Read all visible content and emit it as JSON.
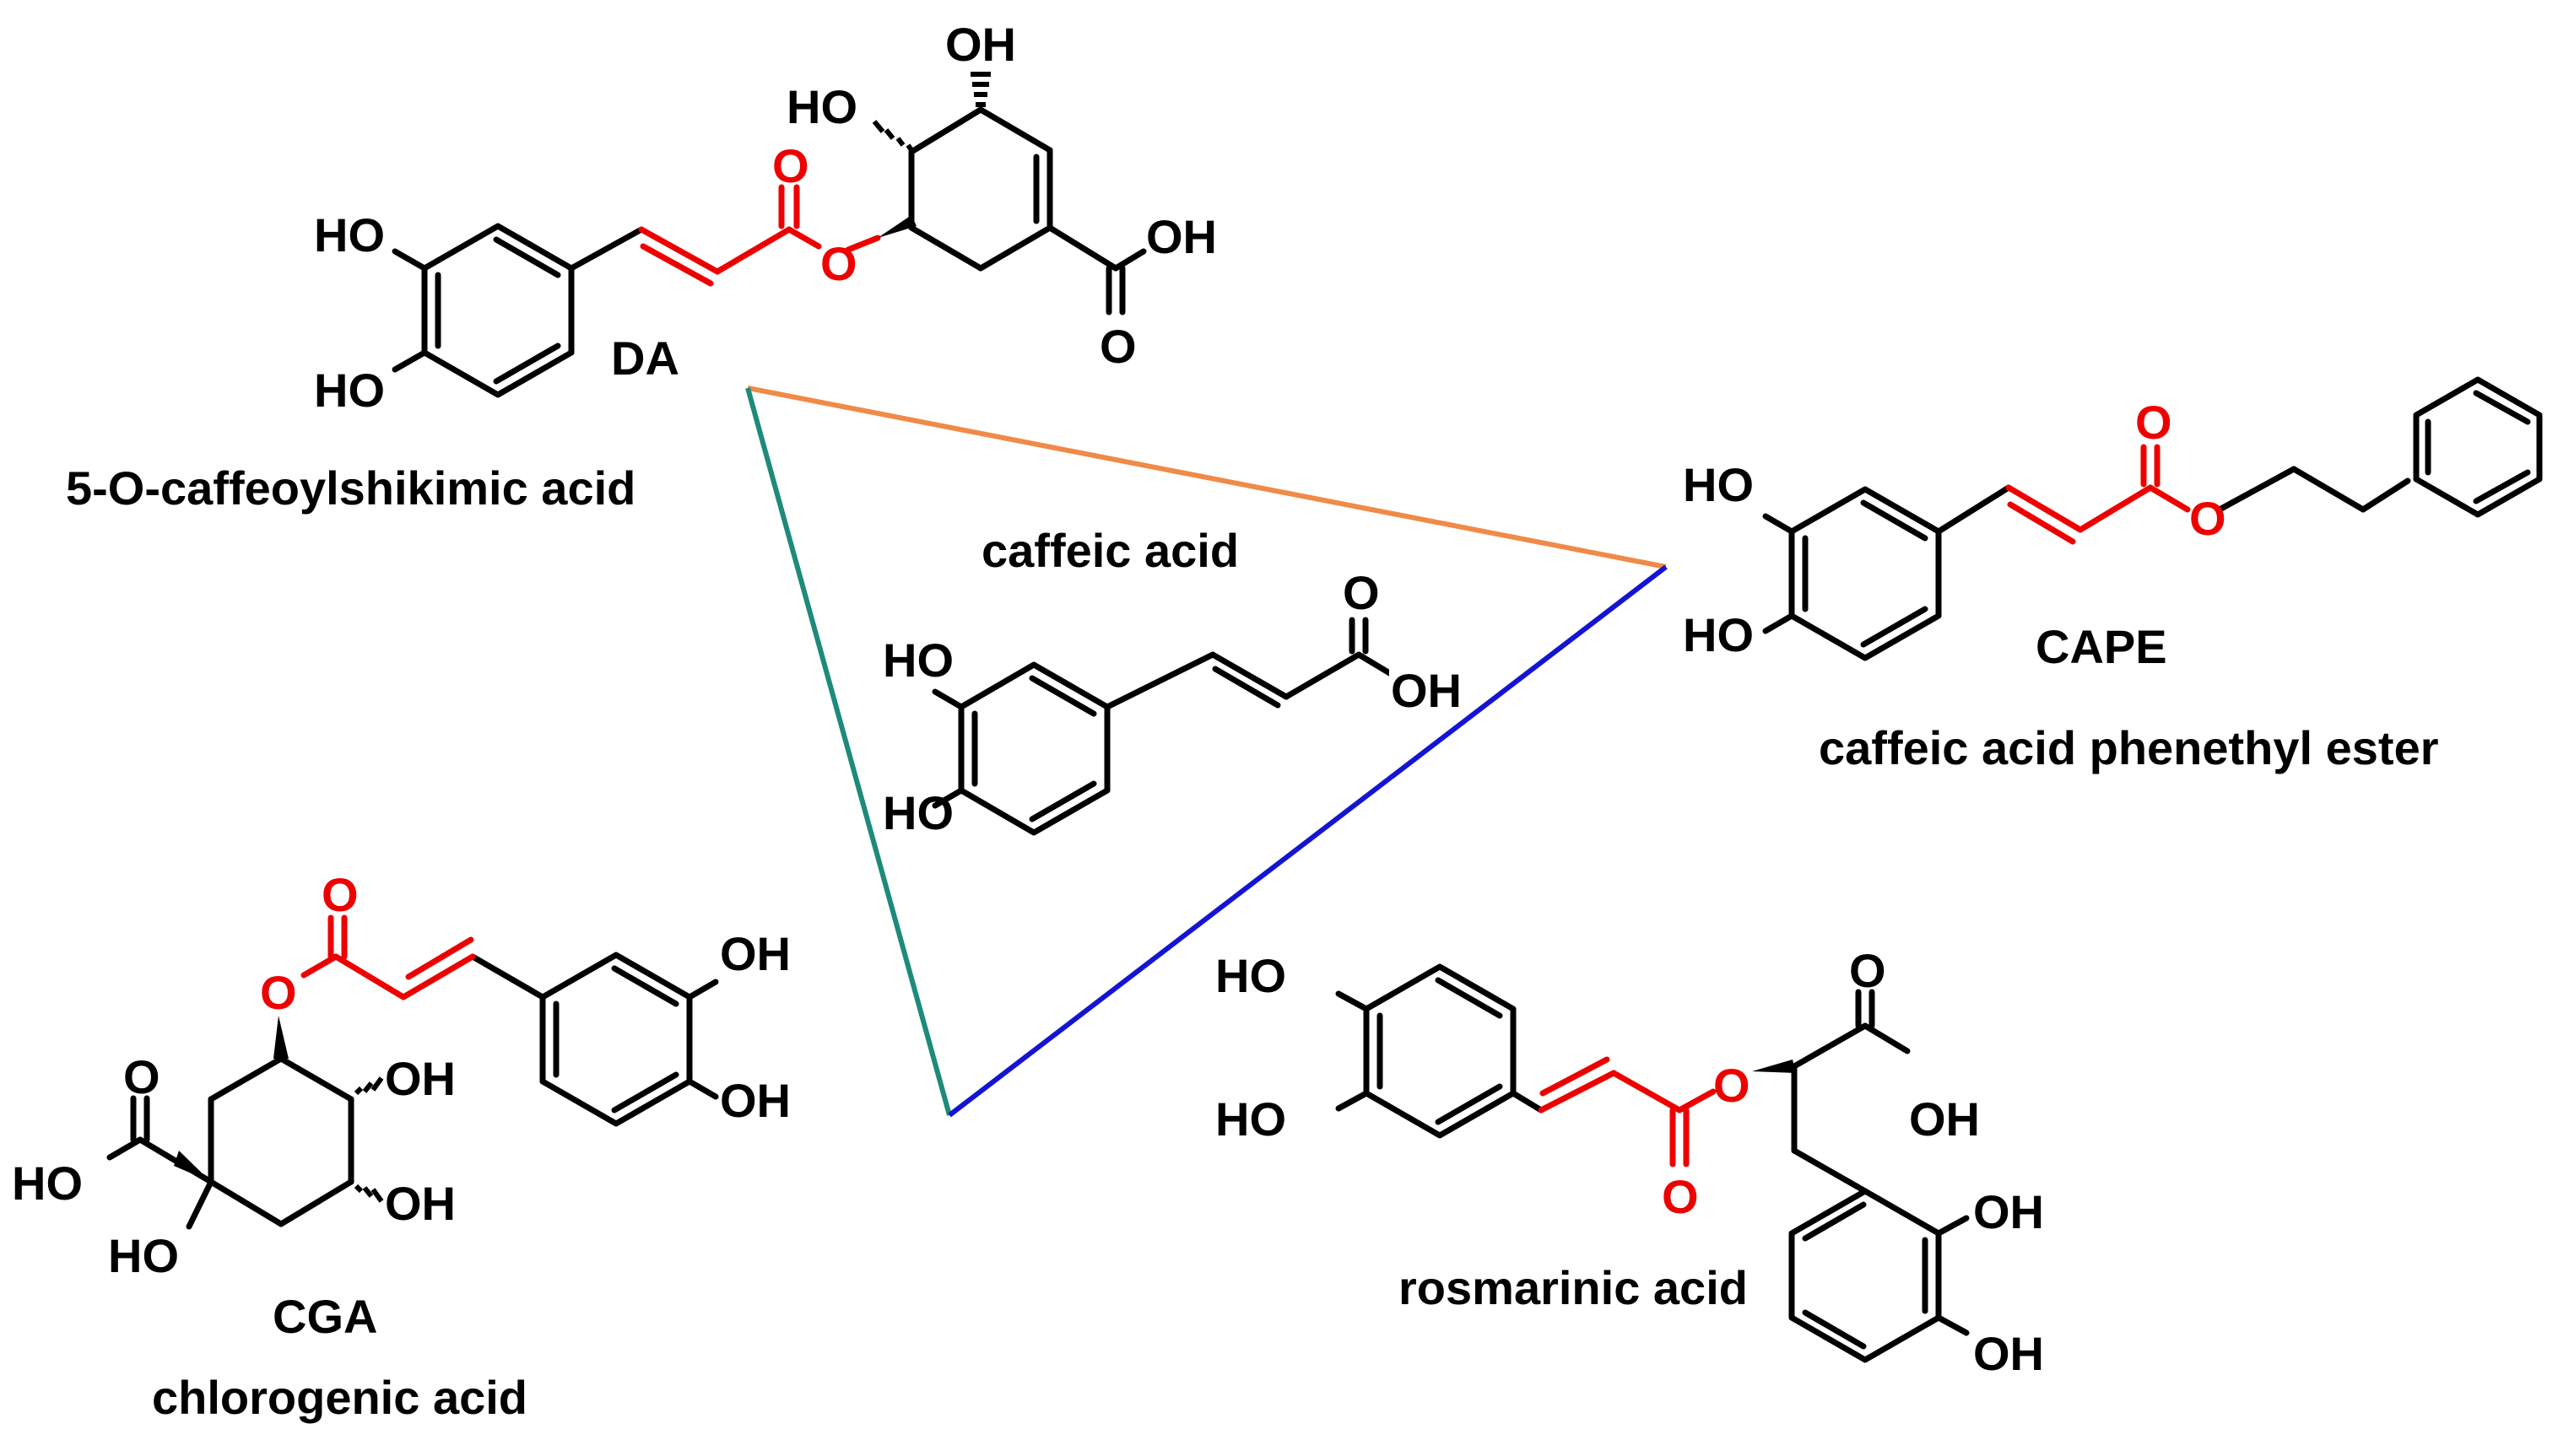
{
  "colors": {
    "bond": "#000000",
    "highlight": "#ee0000",
    "edge_top": "#f08a48",
    "edge_left": "#1e8a7a",
    "edge_right": "#1414d2"
  },
  "caffeic_acid": {
    "name": "caffeic acid",
    "ho1": "HO",
    "ho2": "HO",
    "o": "O",
    "oh": "OH"
  },
  "da": {
    "abbr": "DA",
    "name": "5-O-caffeoylshikimic acid",
    "ho1": "HO",
    "ho2": "HO",
    "o_carbonyl": "O",
    "o_ester": "O",
    "oh_top": "OH",
    "ho_top": "HO",
    "oh_acid": "OH",
    "o_acid": "O"
  },
  "cape": {
    "abbr": "CAPE",
    "name": "caffeic acid phenethyl ester",
    "ho1": "HO",
    "ho2": "HO",
    "o_carbonyl": "O",
    "o_ester": "O"
  },
  "cga": {
    "abbr": "CGA",
    "name": "chlorogenic acid",
    "oh1": "OH",
    "oh2": "OH",
    "o_carbonyl": "O",
    "o_ester": "O",
    "oh_ring1": "OH",
    "oh_ring2": "OH",
    "o_acid": "O",
    "ho_acid": "HO",
    "ho_quat": "HO"
  },
  "rosmarinic": {
    "name": "rosmarinic acid",
    "ho1": "HO",
    "ho2": "HO",
    "o_carbonyl": "O",
    "o_ester": "O",
    "o_acid": "O",
    "oh_acid": "OH",
    "oh1": "OH",
    "oh2": "OH"
  }
}
